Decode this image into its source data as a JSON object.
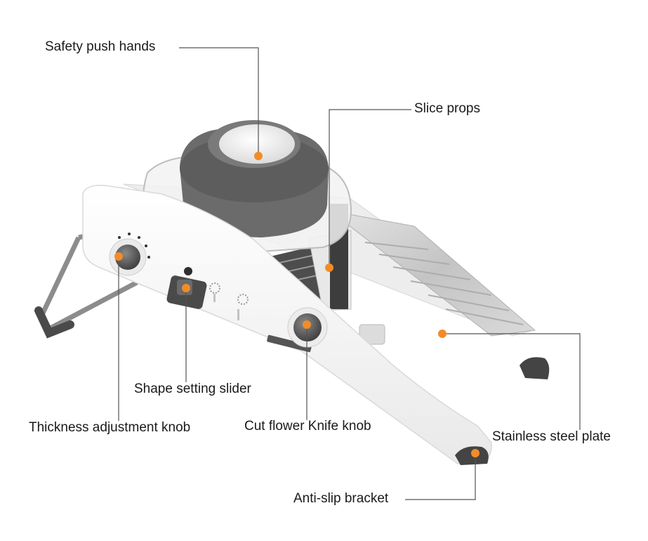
{
  "labels": {
    "safety_push_hands": "Safety push hands",
    "slice_props": "Slice props",
    "shape_setting_slider": "Shape setting slider",
    "thickness_adjustment_knob": "Thickness adjustment knob",
    "cut_flower_knife_knob": "Cut flower Knife knob",
    "stainless_steel_plate": "Stainless steel plate",
    "anti_slip_bracket": "Anti-slip bracket"
  },
  "colors": {
    "marker": "#f28c28",
    "leader_line": "#555555",
    "body": "#ffffff",
    "accent_gray": "#6b6b6b",
    "steel": "#c9c9c9"
  }
}
